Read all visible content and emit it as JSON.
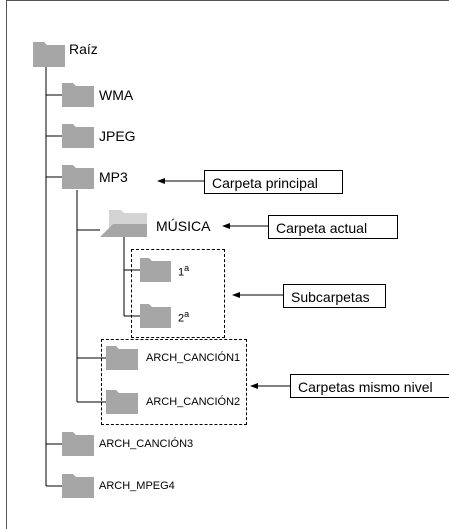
{
  "tree": {
    "root": {
      "label": "Raíz",
      "icon": "folder-icon"
    },
    "wma": {
      "label": "WMA",
      "icon": "folder-icon"
    },
    "jpeg": {
      "label": "JPEG",
      "icon": "folder-icon"
    },
    "mp3": {
      "label": "MP3",
      "icon": "folder-icon"
    },
    "musica": {
      "label": "MÚSICA",
      "icon": "open-folder-icon"
    },
    "sub1": {
      "label": "1",
      "sup": "a",
      "icon": "folder-icon"
    },
    "sub2": {
      "label": "2",
      "sup": "a",
      "icon": "folder-icon"
    },
    "arch1": {
      "label": "ARCH_CANCIÓN1",
      "icon": "folder-icon"
    },
    "arch2": {
      "label": "ARCH_CANCIÓN2",
      "icon": "folder-icon"
    },
    "arch3": {
      "label": "ARCH_CANCIÓN3",
      "icon": "folder-icon"
    },
    "mpeg4": {
      "label": "ARCH_MPEG4",
      "icon": "folder-icon"
    }
  },
  "callouts": {
    "principal": "Carpeta principal",
    "actual": "Carpeta actual",
    "subcarpetas": "Subcarpetas",
    "mismo_nivel": "Carpetas mismo nivel"
  },
  "colors": {
    "folder": "#a6a6a6",
    "folder_open_back": "#d4d4d4",
    "line": "#000000"
  }
}
